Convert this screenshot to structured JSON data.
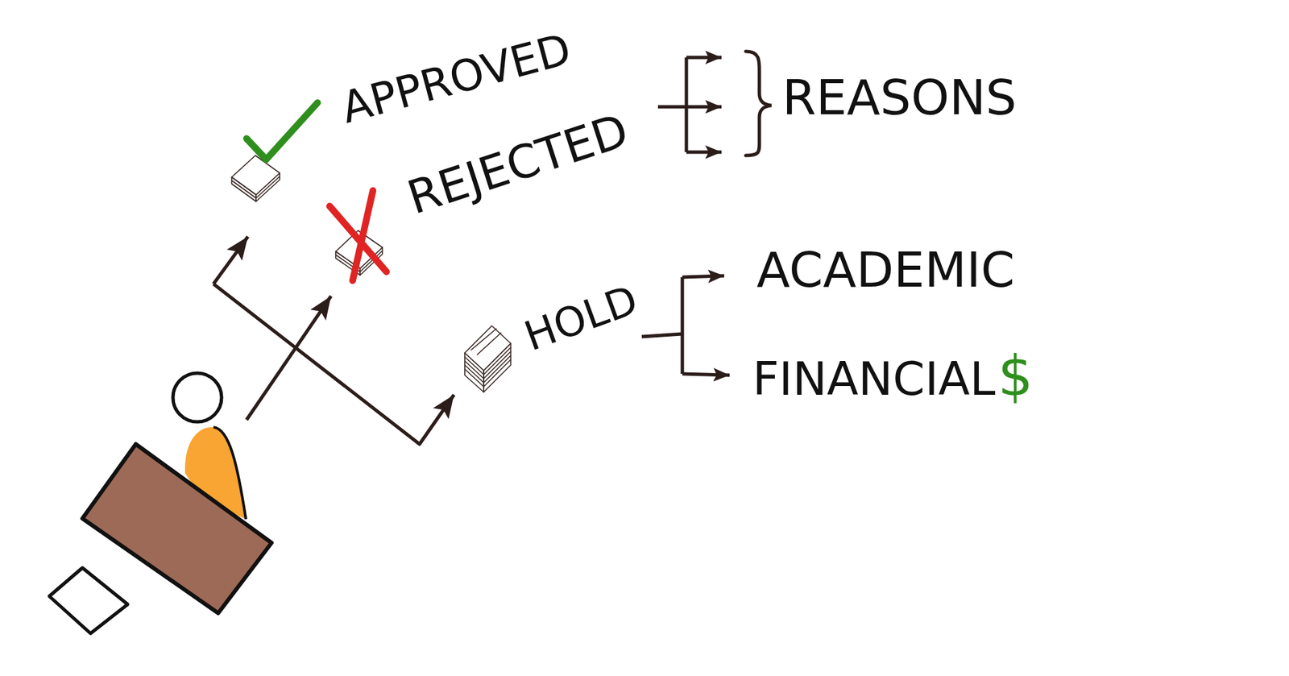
{
  "diagram": {
    "labels": [
      "APPROVED",
      "REJECTED",
      "REASONS",
      "HOLD",
      "ACADEMIC",
      "FINANCIAL",
      "$"
    ]
  }
}
